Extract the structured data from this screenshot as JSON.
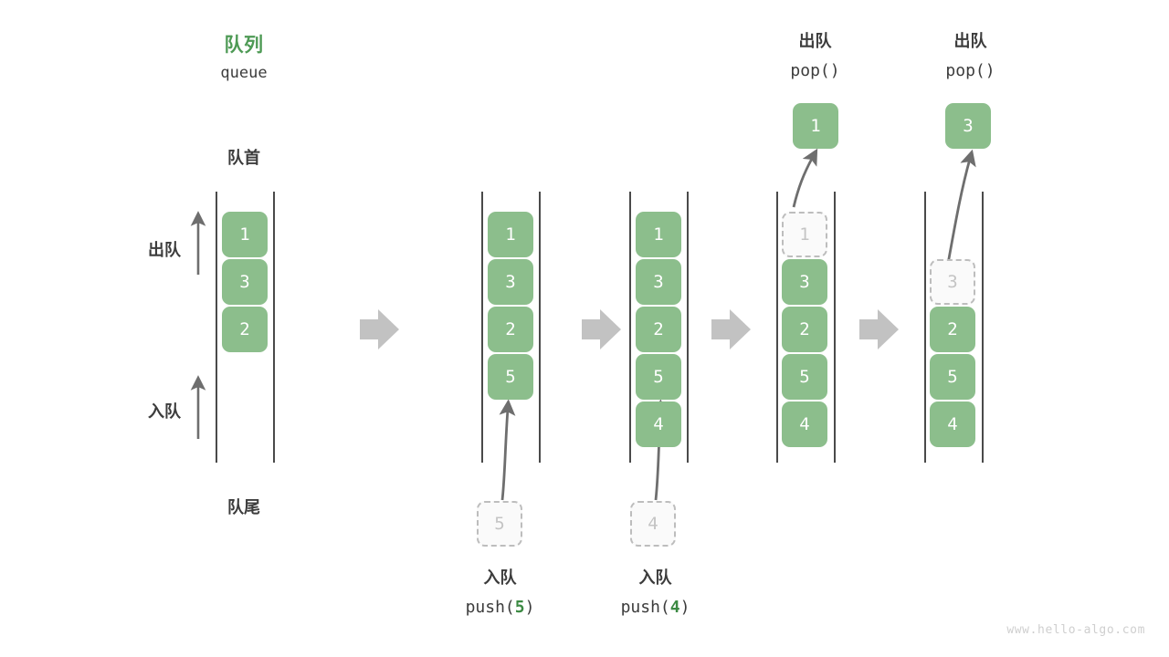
{
  "diagram": {
    "title_cn": "队列",
    "title_en": "queue",
    "front_label": "队首",
    "rear_label": "队尾",
    "dequeue_side_label": "出队",
    "enqueue_side_label": "入队",
    "watermark": "www.hello-algo.com",
    "accent_green": "#4e9a55",
    "cell_green": "#8cbe8c",
    "ghost_gray": "#bdbdbd",
    "arrow_gray": "#bfbfbf",
    "ink_gray": "#6e6e6e"
  },
  "steps": [
    {
      "id": "initial",
      "cells": [
        "1",
        "3",
        "2"
      ],
      "ghost_index": -1,
      "op_cn": "",
      "op_code_pre": "",
      "op_code_arg": "",
      "op_code_post": "",
      "result_cell": "",
      "input_ghost": ""
    },
    {
      "id": "push5",
      "cells": [
        "1",
        "3",
        "2",
        "5"
      ],
      "ghost_index": -1,
      "op_cn": "入队",
      "op_code_pre": "push(",
      "op_code_arg": "5",
      "op_code_post": ")",
      "result_cell": "",
      "input_ghost": "5"
    },
    {
      "id": "push4",
      "cells": [
        "1",
        "3",
        "2",
        "5",
        "4"
      ],
      "ghost_index": -1,
      "op_cn": "入队",
      "op_code_pre": "push(",
      "op_code_arg": "4",
      "op_code_post": ")",
      "result_cell": "",
      "input_ghost": "4"
    },
    {
      "id": "pop1",
      "cells": [
        "1",
        "3",
        "2",
        "5",
        "4"
      ],
      "ghost_index": 0,
      "op_cn": "出队",
      "op_code_pre": "pop(",
      "op_code_arg": "",
      "op_code_post": ")",
      "result_cell": "1",
      "input_ghost": ""
    },
    {
      "id": "pop3",
      "cells": [
        "3",
        "2",
        "5",
        "4"
      ],
      "ghost_index": 0,
      "op_cn": "出队",
      "op_code_pre": "pop(",
      "op_code_arg": "",
      "op_code_post": ")",
      "result_cell": "3",
      "input_ghost": ""
    }
  ],
  "transitions": [
    "arrow-1",
    "arrow-2",
    "arrow-3",
    "arrow-4"
  ]
}
